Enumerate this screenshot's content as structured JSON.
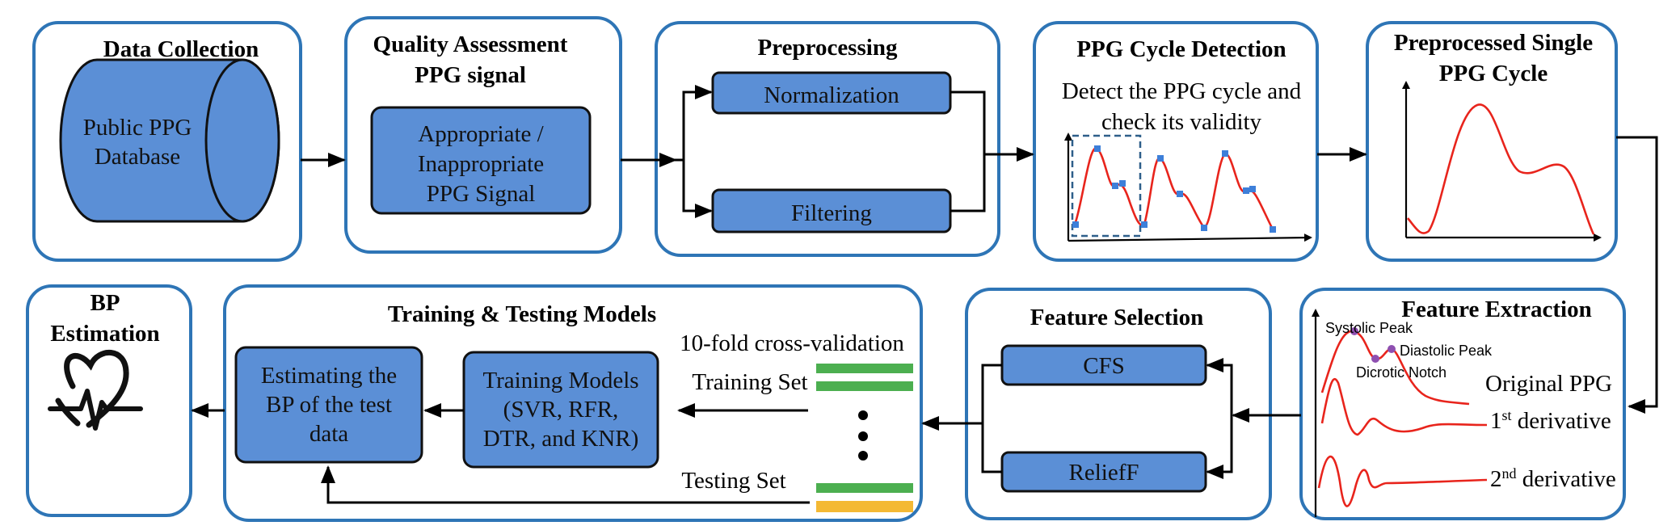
{
  "stages": {
    "data_collection": {
      "title": "Data Collection",
      "db_line1": "Public PPG",
      "db_line2": "Database"
    },
    "quality": {
      "title_line1": "Quality Assessment",
      "title_line2": "PPG signal",
      "box_line1": "Appropriate /",
      "box_line2": "Inappropriate",
      "box_line3": "PPG Signal"
    },
    "preprocessing": {
      "title": "Preprocessing",
      "normalization": "Normalization",
      "filtering": "Filtering"
    },
    "cycle_detection": {
      "title": "PPG Cycle Detection",
      "desc_line1": "Detect the PPG cycle and",
      "desc_line2": "check its validity"
    },
    "single_cycle": {
      "title_line1": "Preprocessed Single",
      "title_line2": "PPG Cycle"
    },
    "feature_extraction": {
      "title": "Feature Extraction",
      "systolic": "Systolic Peak",
      "diastolic": "Diastolic Peak",
      "dicrotic": "Dicrotic Notch",
      "original": "Original PPG",
      "first_deriv_num": "1",
      "first_deriv_sup": "st",
      "first_deriv_rest": " derivative",
      "second_deriv_num": "2",
      "second_deriv_sup": "nd",
      "second_deriv_rest": " derivative"
    },
    "feature_selection": {
      "title": "Feature Selection",
      "cfs": "CFS",
      "relieff": "ReliefF"
    },
    "training": {
      "title": "Training & Testing Models",
      "cv": "10-fold cross-validation",
      "training_set": "Training Set",
      "testing_set": "Testing Set",
      "models_line1": "Training Models",
      "models_line2": "(SVR, RFR,",
      "models_line3": "DTR, and KNR)",
      "est_line1": "Estimating the",
      "est_line2": "BP of the test",
      "est_line3": "data"
    },
    "bp_estimation": {
      "title_line1": "BP",
      "title_line2": "Estimation"
    }
  },
  "colors": {
    "stage_border": "#2e75b6",
    "process_fill": "#5b8fd6",
    "signal": "#e8241c",
    "marker": "#3d7fd9",
    "feature_marker": "#8e4fb0",
    "green_bar": "#4caf50",
    "yellow_bar": "#f4b934"
  },
  "icons": [
    "database-cylinder",
    "heart-pulse-icon"
  ]
}
